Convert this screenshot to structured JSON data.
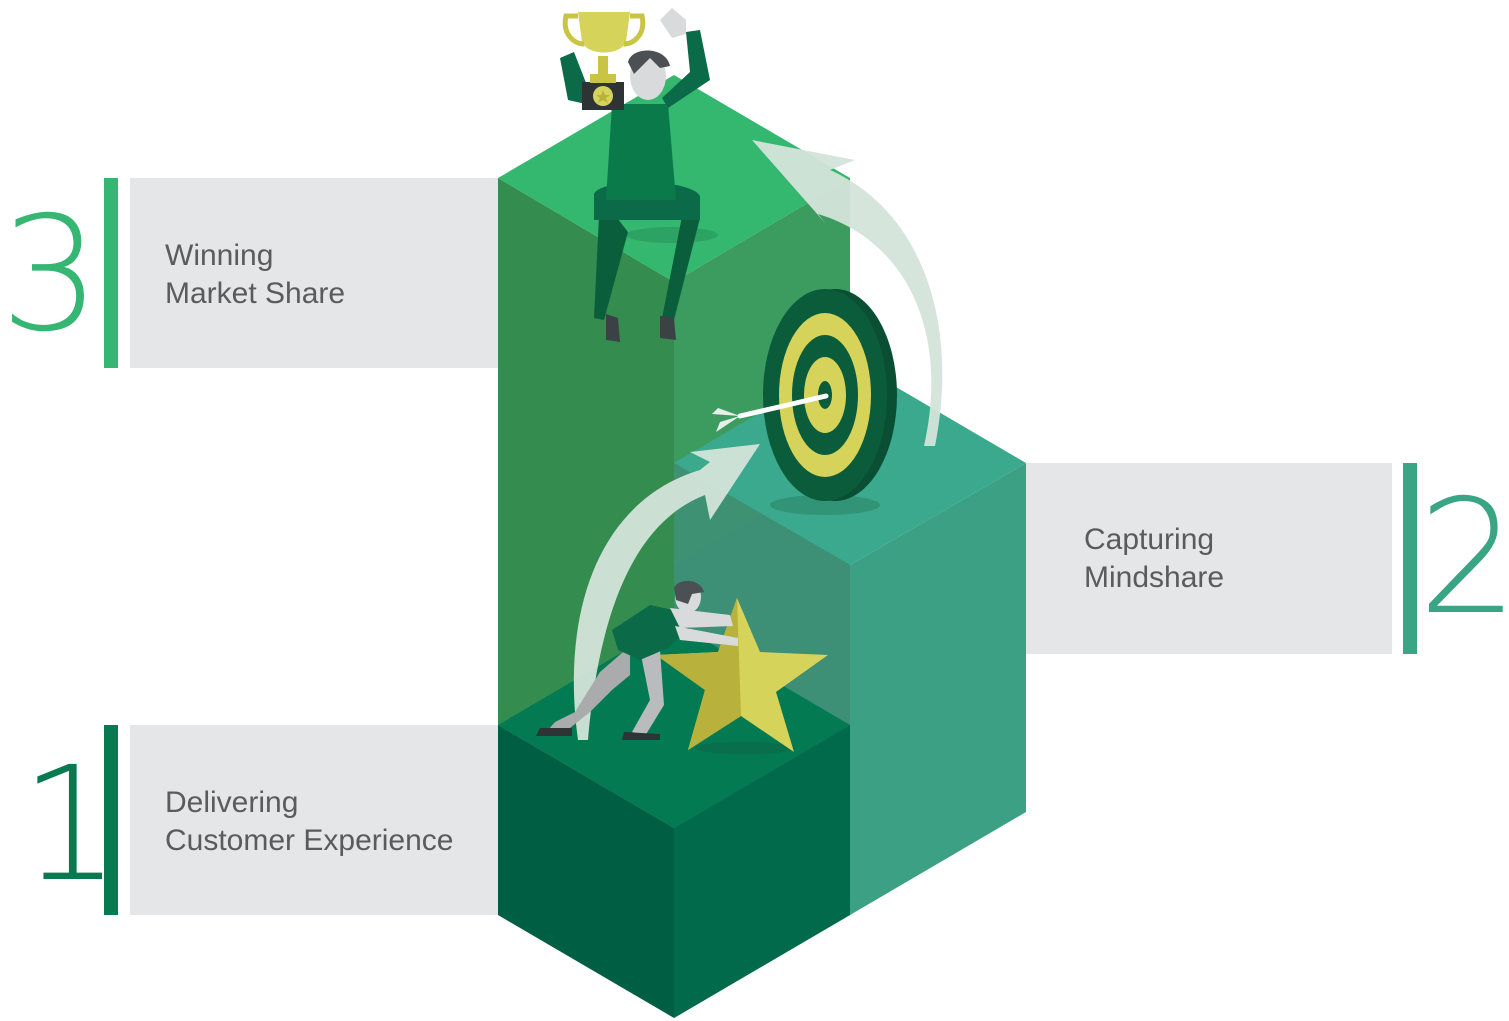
{
  "steps": [
    {
      "number": "3",
      "line1": "Winning",
      "line2": "Market Share",
      "color": "#35b673"
    },
    {
      "number": "2",
      "line1": "Capturing",
      "line2": "Mindshare",
      "color": "#3aa585"
    },
    {
      "number": "1",
      "line1": "Delivering",
      "line2": "Customer Experience",
      "color": "#087a51"
    }
  ],
  "icons": [
    "trophy-icon",
    "target-icon",
    "arrow-icon",
    "star-icon",
    "person-celebrating",
    "person-pushing"
  ],
  "colors": {
    "block1_top": "#037a52",
    "block1_left": "#005e42",
    "block1_right": "#006a4b",
    "block2_top": "#3aa98d",
    "block2_right": "#3ca085",
    "block3_top": "#34b76f",
    "block3_left": "#348d4f",
    "panel": "#e5e6e7",
    "label_text": "#595b5d",
    "target_dark": "#0a5c3a",
    "target_yellow": "#d6d35a",
    "star": "#d6d35a",
    "curve_arrow": "#cfe1d6"
  }
}
